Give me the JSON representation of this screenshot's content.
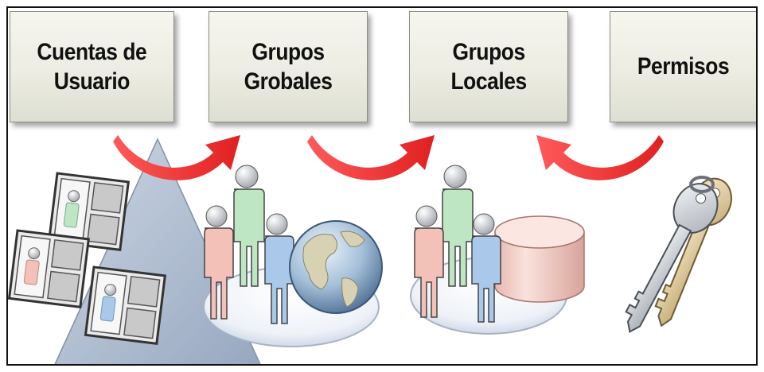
{
  "boxes": [
    {
      "line1": "Cuentas de",
      "line2": "Usuario"
    },
    {
      "line1": "Grupos",
      "line2": "Grobales"
    },
    {
      "line1": "Grupos",
      "line2": "Locales"
    },
    {
      "line1": "Permisos",
      "line2": ""
    }
  ],
  "icons": [
    "user-accounts-icon",
    "global-group-icon",
    "globe-icon",
    "local-group-icon",
    "database-cylinder-icon",
    "keys-icon",
    "curved-arrow-icon"
  ],
  "colors": {
    "arrow": "#f03a3a",
    "person_green": "#bfe6c3",
    "person_pink": "#f3c1b8",
    "person_blue": "#a9c8ea",
    "triangle": "#9fb0c8",
    "cylinder": "#f5d4ce",
    "key_silver": "#d7dbe0",
    "key_gold": "#e6d3a7"
  }
}
